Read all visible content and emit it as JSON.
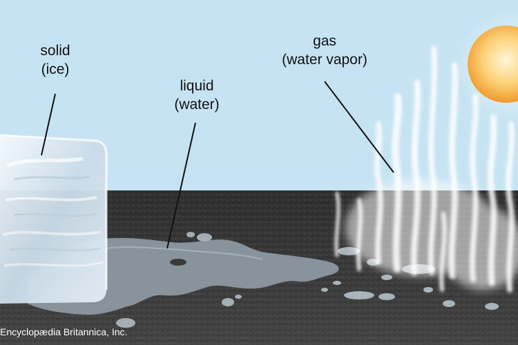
{
  "labels": {
    "solid": {
      "name": "solid",
      "detail": "(ice)"
    },
    "liquid": {
      "name": "liquid",
      "detail": "(water)"
    },
    "gas": {
      "name": "gas",
      "detail": "(water vapor)"
    }
  },
  "credit": "Encyclopædia Britannica, Inc.",
  "colors": {
    "sky": "#c5e3f2",
    "ground": "#3a3a3a",
    "ice": "#dbe9f3",
    "water": "#8c98a1",
    "sun": "#f6a93b",
    "vapor": "#ffffff"
  }
}
